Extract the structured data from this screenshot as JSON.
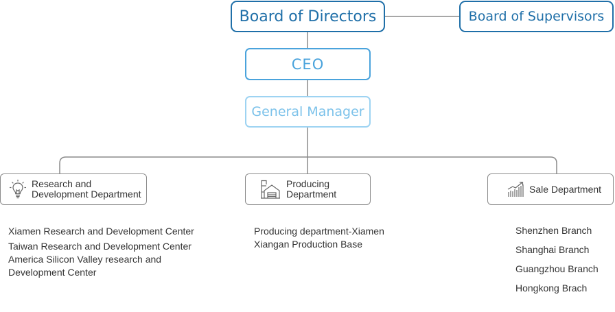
{
  "top": {
    "board": "Board of Directors",
    "supervisors": "Board of Supervisors",
    "ceo": "CEO",
    "general_manager": "General Manager"
  },
  "departments": [
    {
      "icon": "lightbulb-icon",
      "label_lines": [
        "Research and",
        "Development Department"
      ],
      "units": [
        "Xiamen Research and Development Center",
        "Taiwan Research and Development Center",
        "America Silicon Valley research and Development Center"
      ]
    },
    {
      "icon": "factory-icon",
      "label_lines": [
        "Producing",
        "Department"
      ],
      "units": [
        "Producing department-Xiamen",
        "Xiangan Production Base"
      ]
    },
    {
      "icon": "growth-chart-icon",
      "label_lines": [
        "Sale Department"
      ],
      "units": [
        "Shenzhen Branch",
        "Shanghai Branch",
        "Guangzhou Branch",
        "Hongkong Brach"
      ]
    }
  ],
  "colors": {
    "board": "#1f6fa8",
    "ceo": "#4aa3dc",
    "general_manager": "#9dd3f2",
    "connector": "#8a8a8a",
    "text": "#333333"
  }
}
